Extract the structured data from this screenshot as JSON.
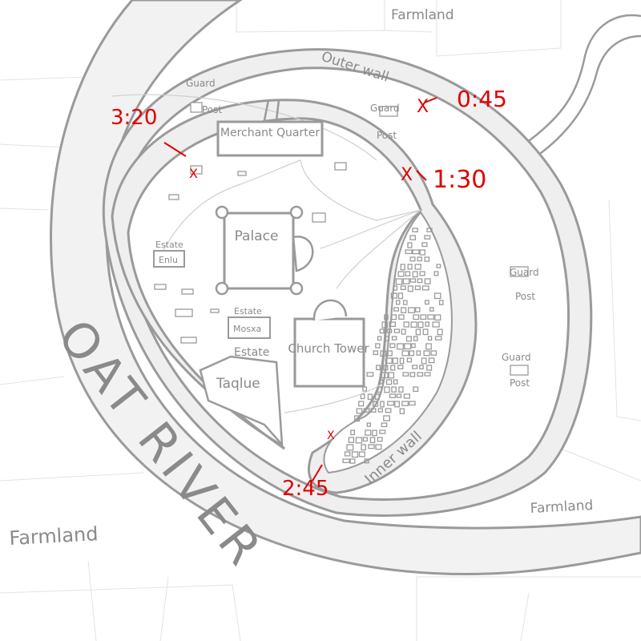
{
  "river": {
    "label": "OAT RIVER"
  },
  "walls": {
    "outer": "Outer wall",
    "inner": "Inner wall"
  },
  "districts": {
    "merchant_quarter": "Merchant Quarter",
    "palace": "Palace",
    "church_tower": "Church Tower"
  },
  "estates": [
    {
      "prefix": "Estate",
      "name": "Enlu"
    },
    {
      "prefix": "Estate",
      "name": "Mosxa"
    },
    {
      "prefix": "Estate",
      "name": "Taqlue"
    }
  ],
  "guard_posts": [
    {
      "word1": "Guard",
      "word2": "Post"
    },
    {
      "word1": "Guard",
      "word2": "Post"
    },
    {
      "word1": "Guard",
      "word2": "Post"
    },
    {
      "word1": "Guard",
      "word2": "Post"
    }
  ],
  "farmland": [
    "Farmland",
    "Farmland",
    "Farmland"
  ],
  "annotations": {
    "marker": "X",
    "times": [
      "3:20",
      "0:45",
      "1:30",
      "2:45"
    ],
    "color": "#e00000"
  },
  "colors": {
    "line": "#9a9a9a",
    "fill": "#efefef",
    "faint": "#dddddd"
  }
}
